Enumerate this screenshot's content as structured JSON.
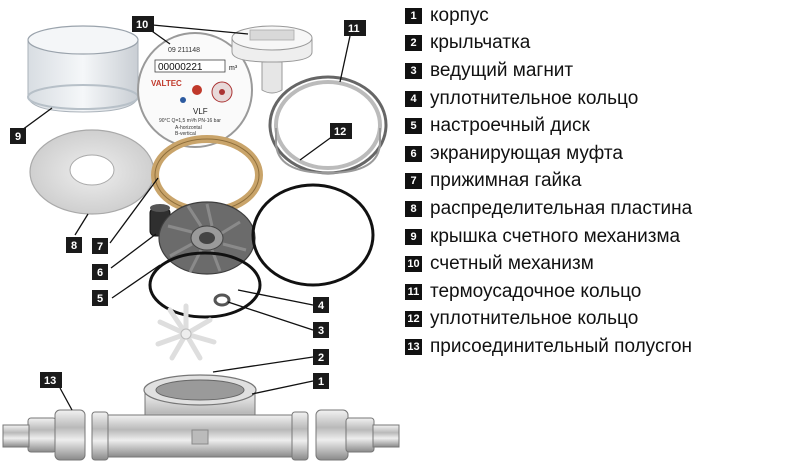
{
  "legend": [
    {
      "num": "1",
      "text": "корпус"
    },
    {
      "num": "2",
      "text": "крыльчатка"
    },
    {
      "num": "3",
      "text": "ведущий магнит"
    },
    {
      "num": "4",
      "text": "уплотнительное кольцо"
    },
    {
      "num": "5",
      "text": "настроечный диск"
    },
    {
      "num": "6",
      "text": "экранирующая муфта"
    },
    {
      "num": "7",
      "text": "прижимная гайка"
    },
    {
      "num": "8",
      "text": "распределительная пластина"
    },
    {
      "num": "9",
      "text": "крышка счетного механизма"
    },
    {
      "num": "10",
      "text": "счетный механизм"
    },
    {
      "num": "11",
      "text": "термоусадочное кольцо"
    },
    {
      "num": "12",
      "text": "уплотнительное кольцо"
    },
    {
      "num": "13",
      "text": "присоединительный полусгон"
    }
  ],
  "callouts": [
    "1",
    "2",
    "3",
    "4",
    "5",
    "6",
    "7",
    "8",
    "9",
    "10",
    "11",
    "12",
    "13"
  ],
  "dial": {
    "serial": "09 211148",
    "digits": "00000221",
    "brand": "VALTEC",
    "model": "VLF",
    "unit": "m³",
    "spec1": "90°C Q=1,5 m³/h PN-16 bar",
    "spec2": "A-horizontal",
    "spec3": "B-vertical"
  },
  "colors": {
    "badge": "#1a1a1a",
    "brass": "#c9a46a",
    "chrome": "#c8c8c8",
    "plastic_gray": "#6b6b6b"
  }
}
